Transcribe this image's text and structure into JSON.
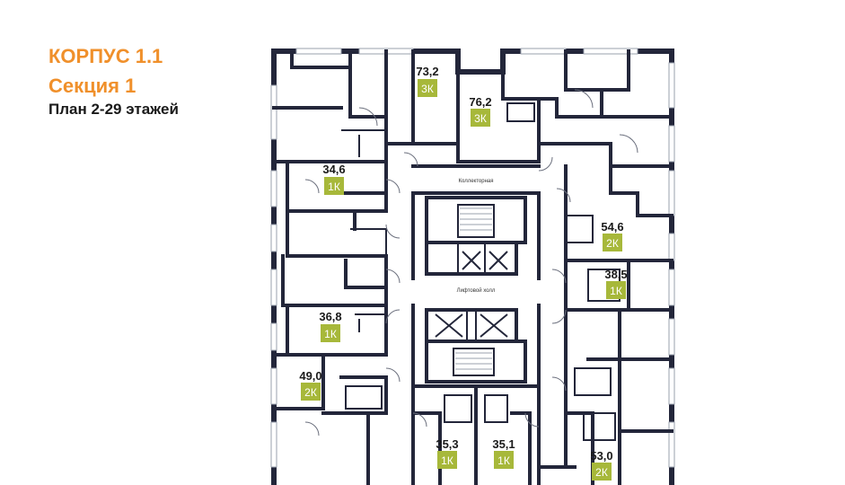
{
  "header": {
    "building": "КОРПУС 1.1",
    "section": "Секция 1",
    "plan": "План 2-29 этажей"
  },
  "colors": {
    "title_accent": "#f0902b",
    "badge": "#a7b83a",
    "walls": "#23263a"
  },
  "labels": {
    "collector": "Коллекторная",
    "elevator_hall": "Лифтовой холл"
  },
  "apartments": [
    {
      "id": "apt-73-2",
      "area": "73,2",
      "type": "3К"
    },
    {
      "id": "apt-76-2",
      "area": "76,2",
      "type": "3К"
    },
    {
      "id": "apt-34-6",
      "area": "34,6",
      "type": "1К"
    },
    {
      "id": "apt-54-6",
      "area": "54,6",
      "type": "2К"
    },
    {
      "id": "apt-38-5",
      "area": "38,5",
      "type": "1К"
    },
    {
      "id": "apt-36-8",
      "area": "36,8",
      "type": "1К"
    },
    {
      "id": "apt-49-0",
      "area": "49,0",
      "type": "2К"
    },
    {
      "id": "apt-35-3",
      "area": "35,3",
      "type": "1К"
    },
    {
      "id": "apt-35-1",
      "area": "35,1",
      "type": "1К"
    },
    {
      "id": "apt-53-0",
      "area": "53,0",
      "type": "2К"
    }
  ]
}
